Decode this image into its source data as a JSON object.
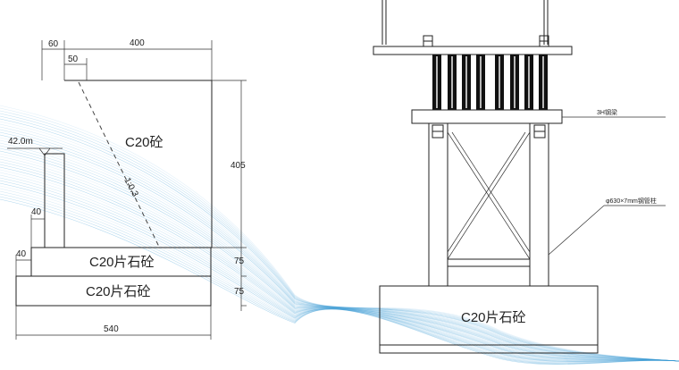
{
  "left_drawing": {
    "dims": {
      "top_60": "60",
      "top_400": "400",
      "inner_50": "50",
      "elevation": "42.0m",
      "slope": "1:0.3",
      "height_405": "405",
      "step_40_a": "40",
      "step_40_b": "40",
      "layer_75_a": "75",
      "layer_75_b": "75",
      "bottom_540": "540"
    },
    "labels": {
      "body": "C20砼",
      "layer_upper": "C20片石砼",
      "layer_lower": "C20片石砼"
    }
  },
  "right_drawing": {
    "labels": {
      "beam": "3H钢梁",
      "column": "φ630×7mm钢管柱",
      "foundation": "C20片石砼"
    }
  },
  "colors": {
    "line": "#222222",
    "wave": "#3a9bd5",
    "stack": "#111111"
  }
}
